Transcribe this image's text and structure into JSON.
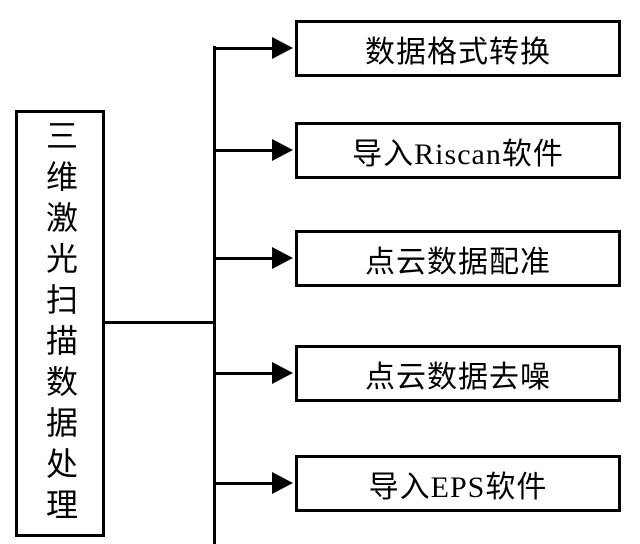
{
  "diagram": {
    "type": "flowchart",
    "source": {
      "label": "三维激光扫描数据处理"
    },
    "steps": [
      {
        "label": "数据格式转换"
      },
      {
        "label": "导入Riscan软件"
      },
      {
        "label": "点云数据配准"
      },
      {
        "label": "点云数据去噪"
      },
      {
        "label": "导入EPS软件"
      }
    ],
    "connections": [
      {
        "from": "三维激光扫描数据处理",
        "to": "数据格式转换"
      },
      {
        "from": "三维激光扫描数据处理",
        "to": "导入Riscan软件"
      },
      {
        "from": "三维激光扫描数据处理",
        "to": "点云数据配准"
      },
      {
        "from": "三维激光扫描数据处理",
        "to": "点云数据去噪"
      },
      {
        "from": "三维激光扫描数据处理",
        "to": "导入EPS软件"
      }
    ],
    "colors": {
      "line": "#000000",
      "text": "#000000",
      "background": "#ffffff",
      "node_fill": "#ffffff"
    }
  }
}
